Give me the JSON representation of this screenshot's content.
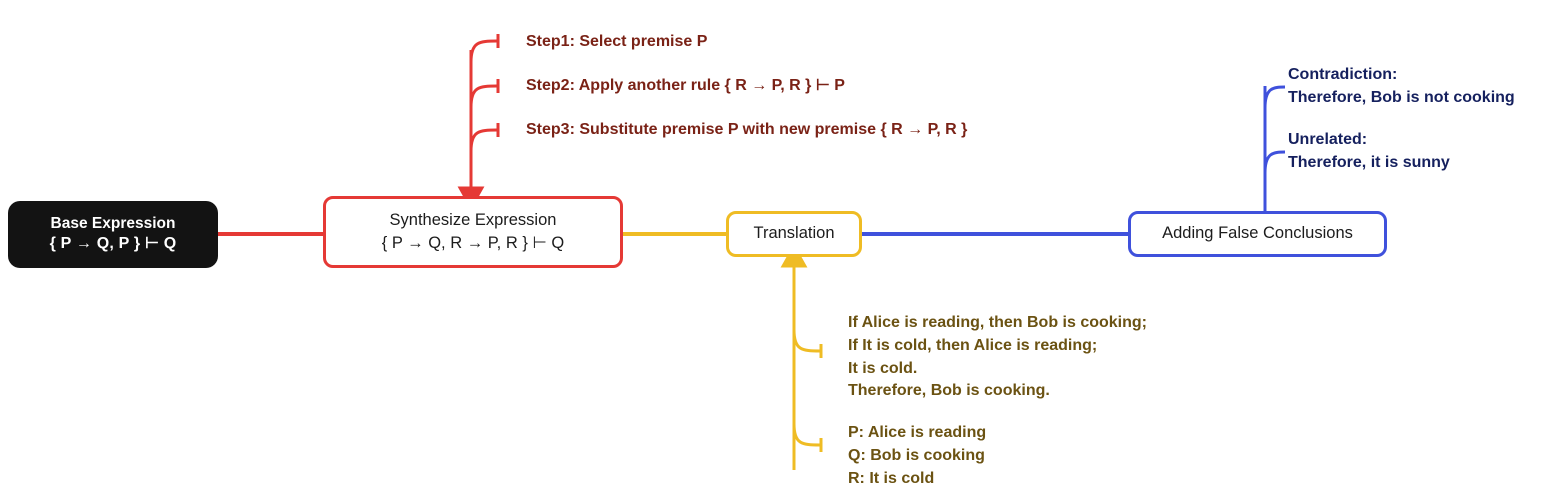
{
  "diagram": {
    "type": "mindmap",
    "title": "Logic expression synthesis and translation mindmap",
    "colors": {
      "root_fill": "#131313",
      "root_text": "#ffffff",
      "red": "#E53935",
      "red_text": "#7a2216",
      "gold": "#EFBC24",
      "gold_text": "#6b5212",
      "blue": "#3F51DC",
      "blue_text": "#15205e",
      "background": "#ffffff",
      "node_text": "#1c1c1c"
    }
  },
  "nodes": {
    "base": {
      "title": "Base Expression",
      "expression": "{ P → Q, P } ⊢ Q"
    },
    "synthesize": {
      "title": "Synthesize Expression",
      "expression": "{ P → Q, R → P, R } ⊢ Q"
    },
    "translation": {
      "title": "Translation"
    },
    "conclusions": {
      "title": "Adding False Conclusions"
    }
  },
  "branches": {
    "synthesize_steps": [
      "Step1: Select premise P",
      "Step2: Apply another rule { R → P, R } ⊢ P",
      "Step3: Substitute premise P with new premise { R → P, R }"
    ],
    "translation_leaves": [
      "If Alice is reading, then Bob is cooking;\nIf It is cold, then Alice is reading;\nIt is cold.\nTherefore, Bob is cooking.",
      "P: Alice is reading\nQ: Bob is cooking\nR: It is cold"
    ],
    "conclusion_leaves": [
      "Contradiction:\nTherefore, Bob is not cooking",
      "Unrelated:\nTherefore, it is sunny"
    ]
  }
}
